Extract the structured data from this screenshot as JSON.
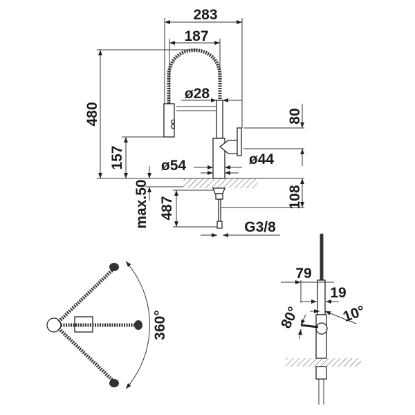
{
  "title": "Pull-out kitchen faucet dimension drawing",
  "front_view": {
    "width_total": "283",
    "spout_reach": "187",
    "height_total": "480",
    "hose_diameter": "ø28",
    "lever_height": "80",
    "spray_height": "157",
    "base_diameter": "ø54",
    "body_diameter": "ø44",
    "max_counter_thickness": "max.50",
    "hose_length": "487",
    "below_counter": "108",
    "connection_thread": "G3/8"
  },
  "top_view": {
    "rotation_angle": "360°"
  },
  "side_view": {
    "lever_offset": "79",
    "lever_width": "19",
    "lever_angle_back": "80°",
    "lever_angle_front": "10°"
  },
  "colors": {
    "line": "#222222",
    "background": "#ffffff"
  }
}
